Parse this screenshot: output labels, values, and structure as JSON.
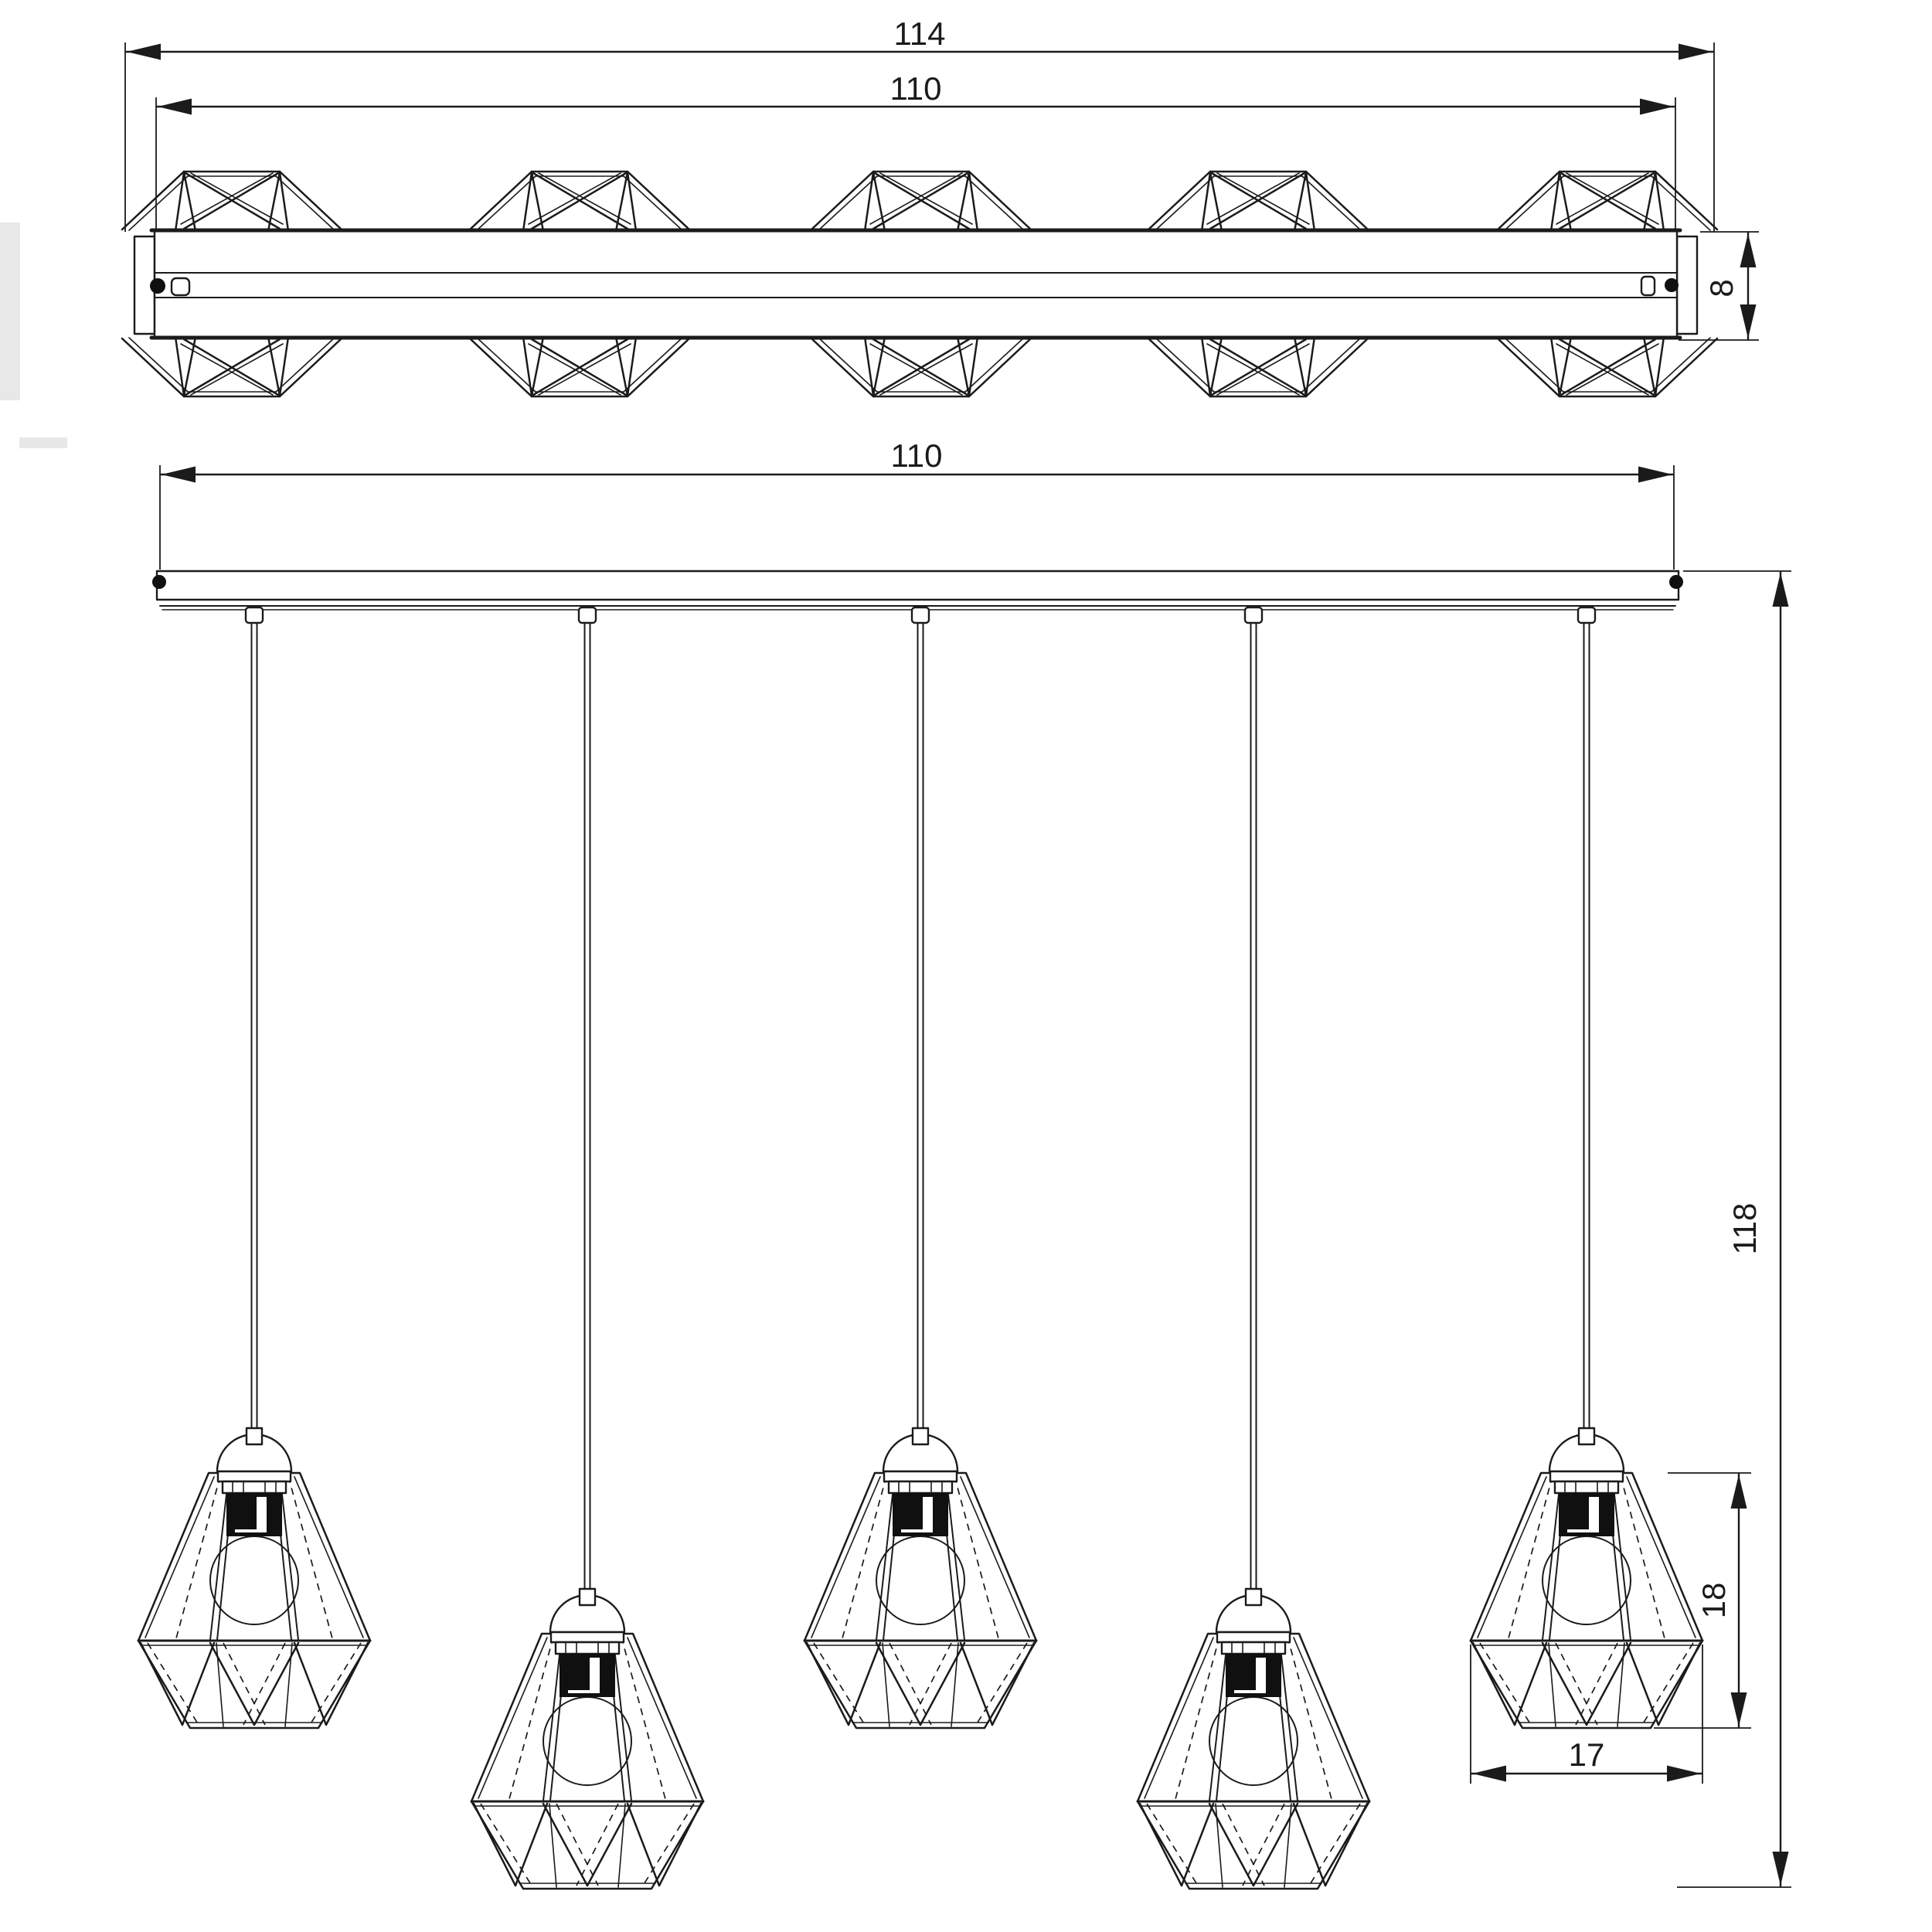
{
  "page": {
    "background": "#ffffff",
    "ink_color": "#1b1b1b"
  },
  "views": {
    "top_view": {
      "shade_count": 5,
      "dims": {
        "overall_length": "114",
        "canopy_length": "110",
        "canopy_depth": "8"
      }
    },
    "front_view": {
      "pendant_count": 5,
      "dims": {
        "canopy_length": "110",
        "overall_height": "118",
        "shade_height": "18",
        "shade_diameter": "17"
      }
    }
  }
}
